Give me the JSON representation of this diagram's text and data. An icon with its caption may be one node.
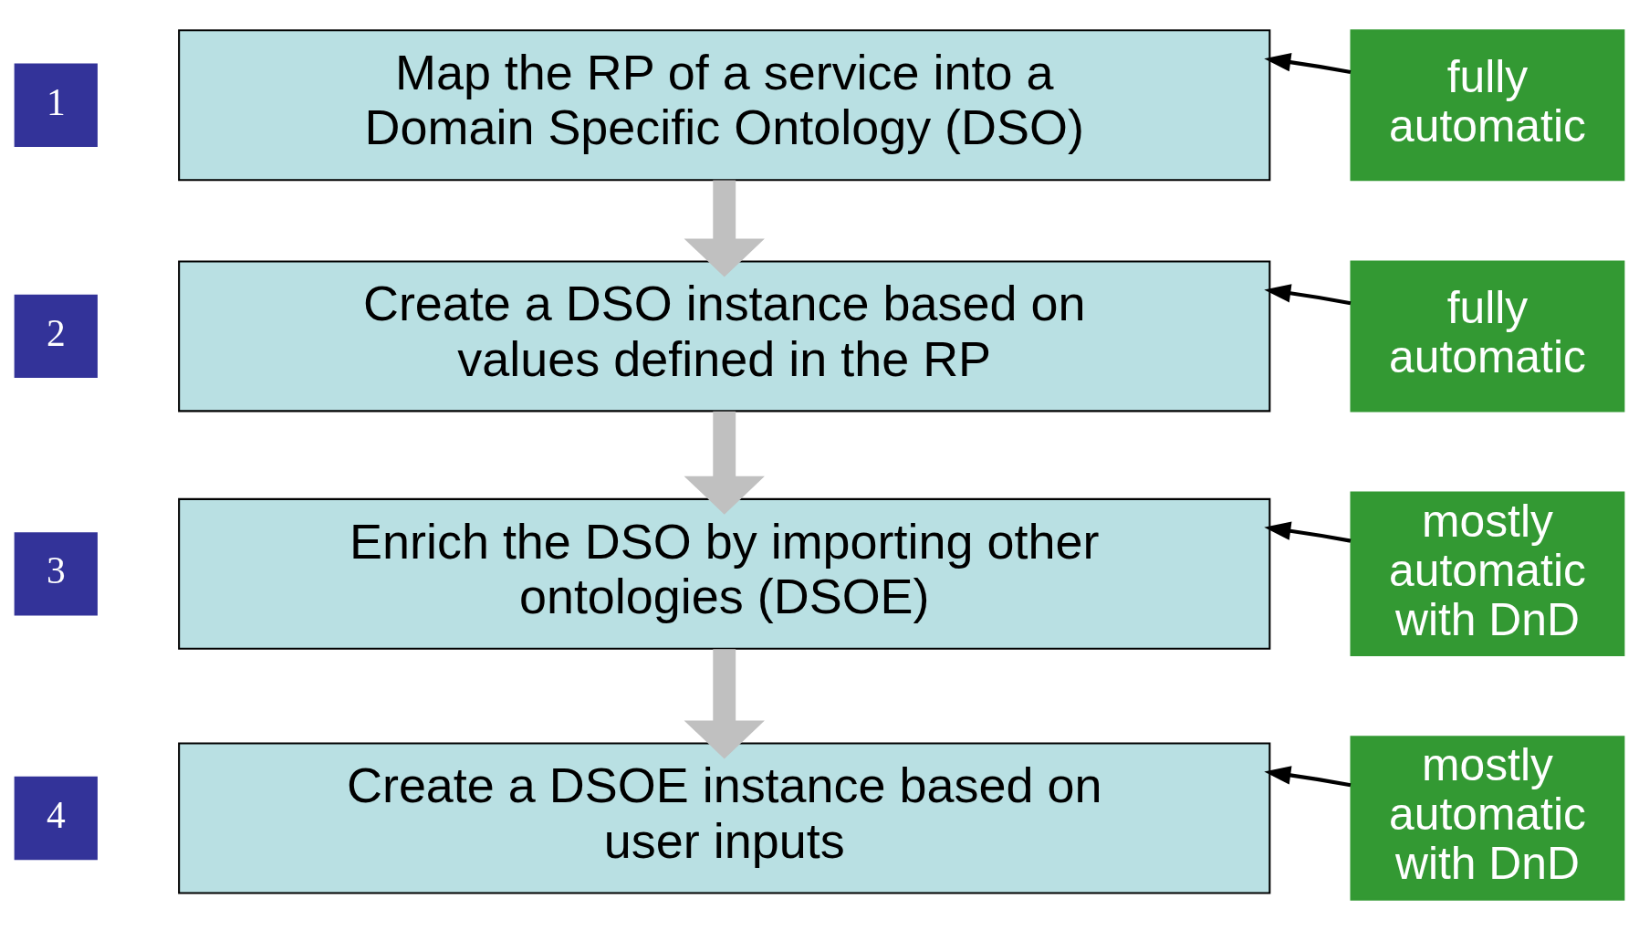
{
  "diagram": {
    "nodes": [
      {
        "text": [
          "1"
        ]
      },
      {
        "text": [
          "Map the RP of a service into a Domain Specific Ontology (DSO)"
        ]
      },
      {
        "text": [
          "fully automatic"
        ]
      },
      {
        "text": [
          "2"
        ]
      },
      {
        "text": [
          "Create a DSO instance based on values defined in the RP"
        ]
      },
      {
        "text": [
          "fully automatic"
        ]
      },
      {
        "text": [
          "3"
        ]
      },
      {
        "text": [
          "Enrich the DSO by importing other ontologies (DSOE)"
        ]
      },
      {
        "text": [
          "mostly automatic with DnD"
        ]
      },
      {
        "text": [
          "4"
        ]
      },
      {
        "text": [
          "Create a DSOE instance based on user inputs"
        ]
      },
      {
        "text": [
          "mostly automatic with DnD"
        ]
      }
    ],
    "edges": [
      {
        "from": 1,
        "to": 4,
        "arrow": "to",
        "style": "thick",
        "color": "#c0c0c0"
      },
      {
        "from": 4,
        "to": 7,
        "arrow": "to",
        "style": "thick",
        "color": "#c0c0c0"
      },
      {
        "from": 7,
        "to": 10,
        "arrow": "to",
        "style": "thick",
        "color": "#c0c0c0"
      },
      {
        "from": 2,
        "to": 1,
        "arrow": "to"
      },
      {
        "from": 5,
        "to": 4,
        "arrow": "to"
      },
      {
        "from": 8,
        "to": 7,
        "arrow": "to"
      },
      {
        "from": 11,
        "to": 10,
        "arrow": "to"
      }
    ]
  }
}
